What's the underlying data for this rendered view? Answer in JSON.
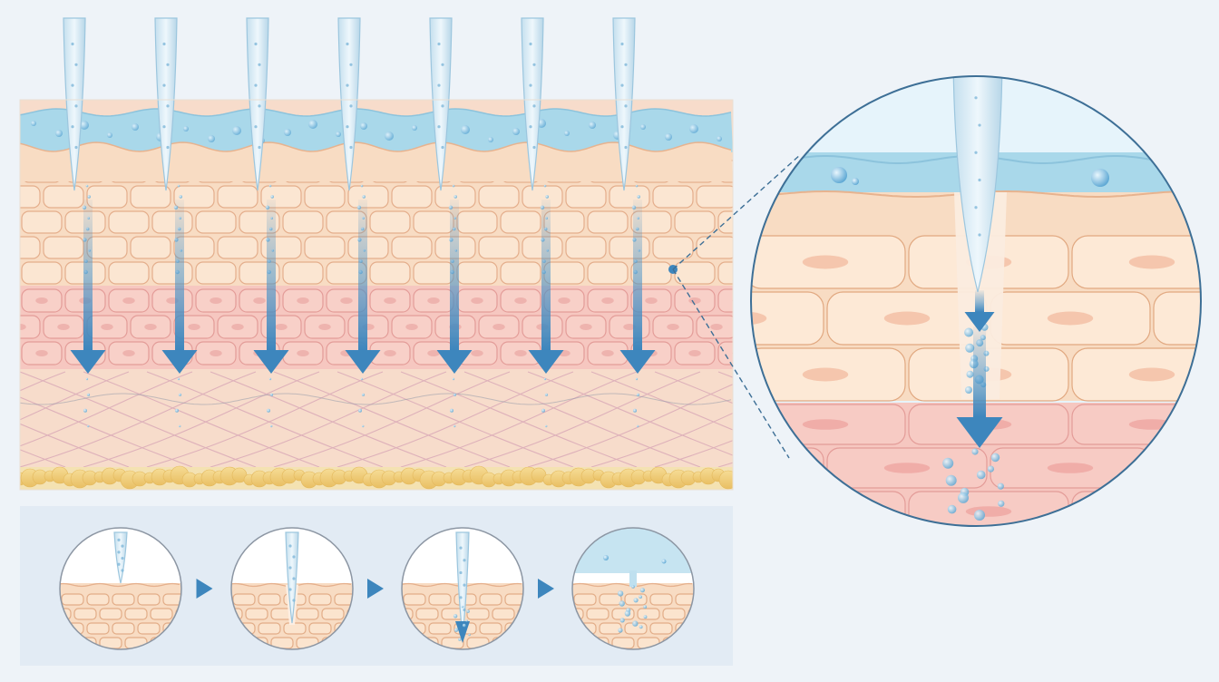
{
  "diagram": {
    "title": "",
    "needle_count": 7,
    "steps": [
      {
        "stage": "needle-above-skin"
      },
      {
        "stage": "needle-penetrates-epidermis"
      },
      {
        "stage": "needle-delivers-serum"
      },
      {
        "stage": "needle-dissolves-serum-spreads"
      }
    ],
    "layers": [
      {
        "name": "serum-layer",
        "color": "#a9d8ea"
      },
      {
        "name": "epidermis-upper",
        "color": "#f8dcc3"
      },
      {
        "name": "epidermis-lower",
        "color": "#f6c7c0"
      },
      {
        "name": "dermis",
        "color": "#f7dccb"
      },
      {
        "name": "fat-layer",
        "color": "#f2d27e"
      }
    ],
    "colors": {
      "background": "#eef3f8",
      "arrow": "#3d86bd",
      "needle": "#d6ecf6",
      "cell_border": "#e4ae8c",
      "panel": "#e3ecf5"
    }
  }
}
